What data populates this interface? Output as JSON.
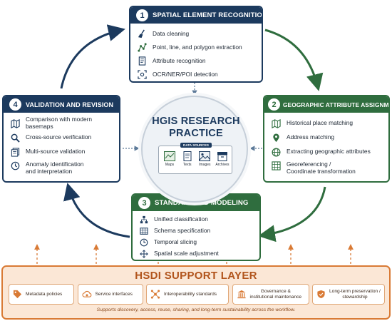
{
  "hub": {
    "title_line1": "HGIS RESEARCH",
    "title_line2": "PRACTICE",
    "data_sources_label": "DATA SOURCES",
    "sources": [
      "Maps",
      "Texts",
      "Images",
      "Archives"
    ]
  },
  "steps": [
    {
      "number": "1",
      "title": "SPATIAL ELEMENT RECOGNITION",
      "items": [
        "Data cleaning",
        "Point, line, and polygon extraction",
        "Attribute recognition",
        "OCR/NER/POI detection"
      ],
      "icons": [
        "broom-icon",
        "polyline-icon",
        "document-icon",
        "scan-icon"
      ]
    },
    {
      "number": "2",
      "title": "GEOGRAPHIC ATTRIBUTE ASSIGNMENT",
      "items": [
        "Historical place matching",
        "Address matching",
        "Extracting geographic attributes",
        "Georeferencing /",
        "Coordinate transformation"
      ],
      "icons": [
        "map-icon",
        "location-pin-icon",
        "globe-icon",
        "grid-map-icon"
      ]
    },
    {
      "number": "3",
      "title": "STANDARDIZED MODELING",
      "items": [
        "Unified classification",
        "Schema specification",
        "Temporal slicing",
        "Spatial scale adjustment"
      ],
      "icons": [
        "hierarchy-icon",
        "table-icon",
        "clock-icon",
        "scale-arrows-icon"
      ]
    },
    {
      "number": "4",
      "title": "VALIDATION AND REVISION",
      "items": [
        "Comparison with modern basemaps",
        "Cross-source verification",
        "Multi-source validation",
        "Anomaly identification",
        "and interpretation"
      ],
      "icons": [
        "map-icon",
        "magnifier-icon",
        "stacked-docs-icon",
        "history-icon"
      ]
    }
  ],
  "hsdi": {
    "title": "HSDI SUPPORT LAYER",
    "components": [
      {
        "label": "Metadata policies",
        "icon": "tag-icon"
      },
      {
        "label": "Service interfaces",
        "icon": "cloud-gear-icon"
      },
      {
        "label": "Interoperability standards",
        "icon": "network-icon"
      },
      {
        "label_line1": "Governance &",
        "label_line2": "institutional maintenance",
        "icon": "institution-icon"
      },
      {
        "label_line1": "Long-term preservation /",
        "label_line2": "stewardship",
        "icon": "shield-icon"
      }
    ],
    "note": "Supports discovery, access, reuse, sharing, and long-term sustainability across the workflow."
  },
  "colors": {
    "navy": "#1c3a5e",
    "green": "#2f6d3e",
    "orange": "#d97a35",
    "hsdi_fill": "#fbe7d6"
  }
}
